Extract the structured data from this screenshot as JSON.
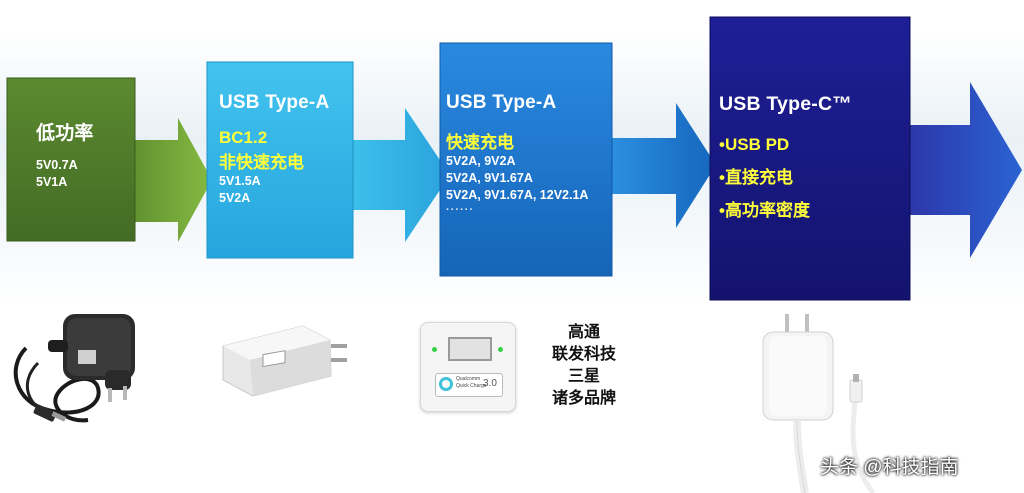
{
  "stages": [
    {
      "id": "low-power",
      "title": "低功率",
      "specs": [
        "5V0.7A",
        "5V1A"
      ],
      "color": "#4f7a2c",
      "arrow_color": "#77ab3a"
    },
    {
      "id": "usb-a-slow",
      "title": "USB Type-A",
      "highlight": [
        "BC1.2",
        "非快速充电"
      ],
      "specs": [
        "5V1.5A",
        "5V2A"
      ],
      "color": "#35b3e3",
      "arrow_color": "#39c0ea"
    },
    {
      "id": "usb-a-fast",
      "title": "USB Type-A",
      "highlight": [
        "快速充电"
      ],
      "specs": [
        "5V2A, 9V2A",
        "5V2A, 9V1.67A",
        "5V2A, 9V1.67A, 12V2.1A"
      ],
      "dots": "······",
      "color": "#1e88d8",
      "arrow_color": "#2f8ee0"
    },
    {
      "id": "usb-c",
      "title": "USB Type-C™",
      "bullets": [
        "•USB PD",
        "•直接充电",
        "•高功率密度"
      ],
      "color": "#1a1a8a",
      "arrow_color": "#2a5fd0"
    }
  ],
  "vendors": [
    "高通",
    "联发科技",
    "三星",
    "诸多品牌"
  ],
  "products": {
    "qc_logo_text": "Qualcomm",
    "qc_sub_text": "Quick Charge",
    "qc_version": "3.0"
  },
  "watermark": "头条 @科技指南"
}
